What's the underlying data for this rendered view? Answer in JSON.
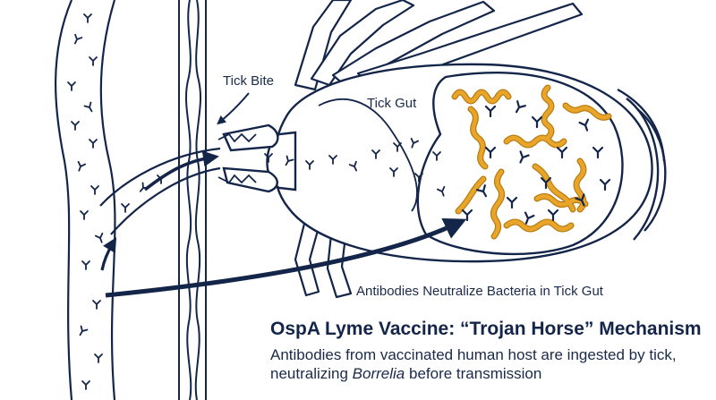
{
  "labels": {
    "tick_bite": "Tick Bite",
    "tick_gut": "Tick Gut",
    "neutralize": "Antibodies Neutralize Bacteria in Tick Gut"
  },
  "title": "OspA Lyme Vaccine: “Trojan Horse” Mechanism",
  "subtitle": {
    "line1_start": "Antibodies from vaccinated human host are ingested by tick, neutralizing ",
    "italic_word": "Borrelia",
    "line_end": " before transmission"
  },
  "colors": {
    "ink": "#14254a",
    "bacteria": "#e8a52a",
    "bacteria_outline": "#b87d12",
    "background": "#ffffff"
  },
  "icons": [
    "antibody-icon",
    "bacterium-icon",
    "arrow-icon"
  ]
}
